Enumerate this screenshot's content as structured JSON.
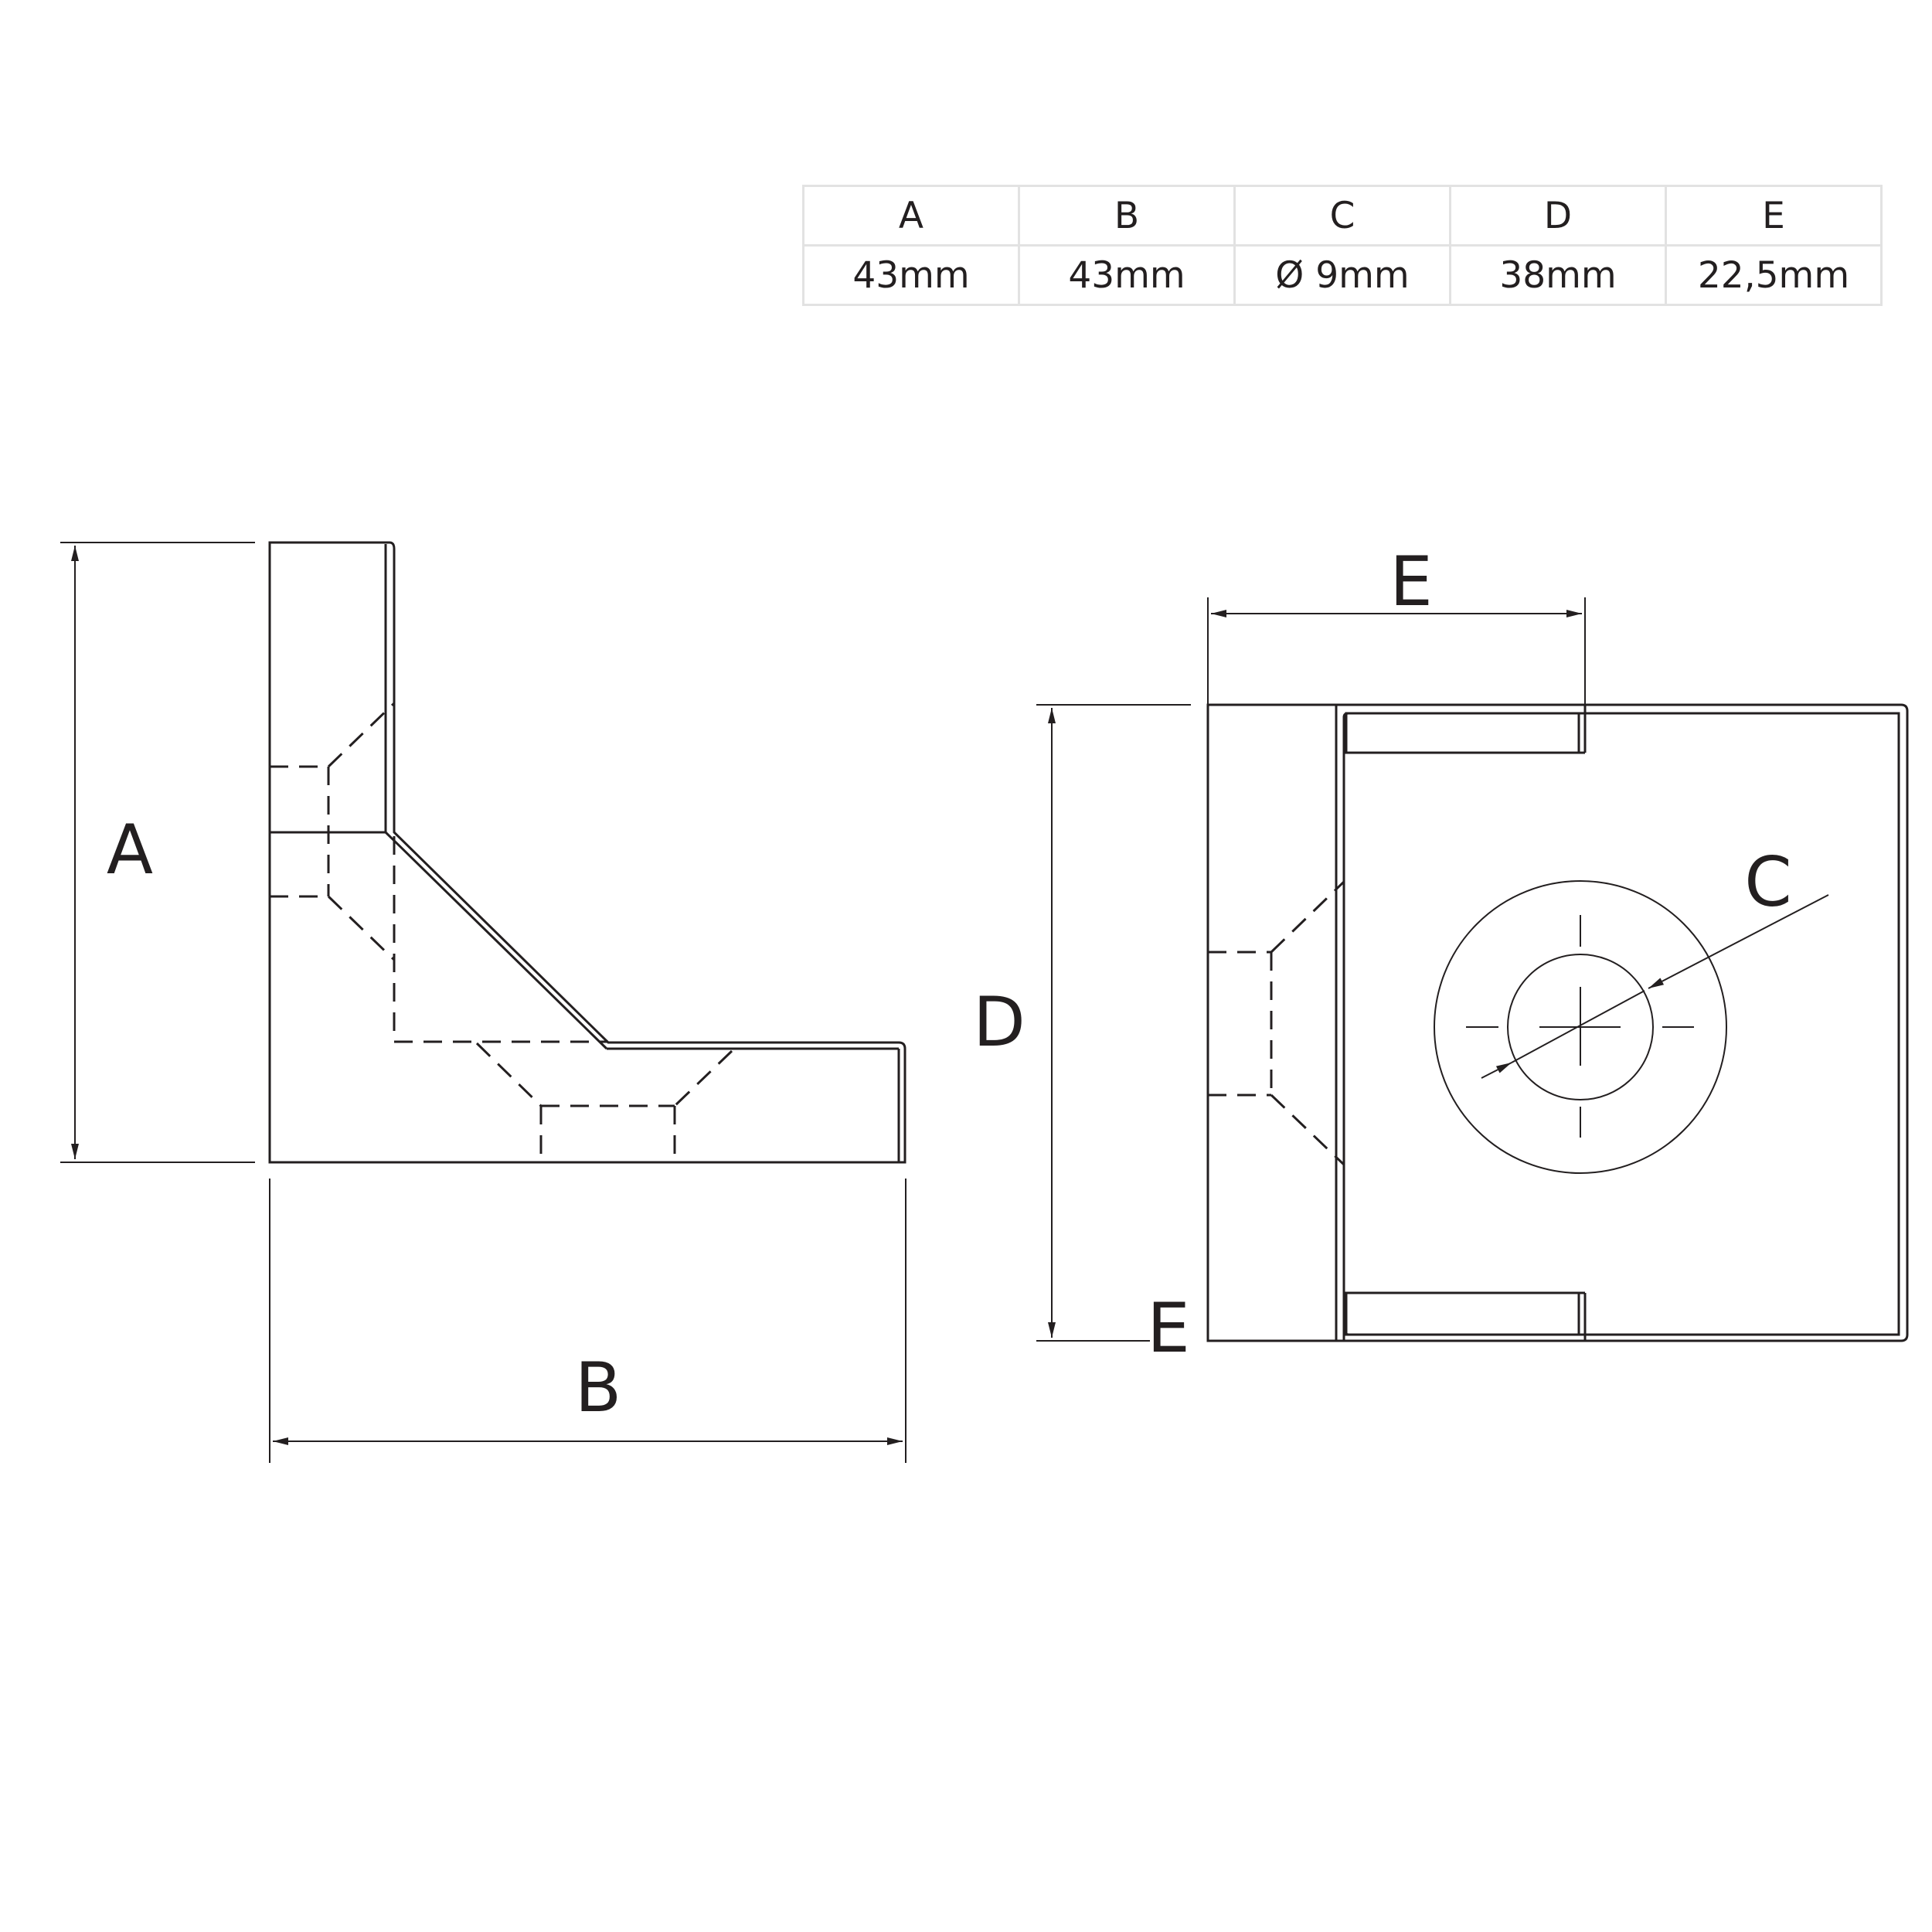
{
  "spec_table": {
    "headers": [
      "A",
      "B",
      "C",
      "D",
      "E"
    ],
    "values": [
      "43mm",
      "43mm",
      "Ø 9mm",
      "38mm",
      "22,5mm"
    ]
  },
  "side_view": {
    "dim_labels": {
      "height": "A",
      "width": "B"
    }
  },
  "top_view": {
    "dim_labels": {
      "top_width": "E",
      "height": "D",
      "hole": "C",
      "bottom_width": "E"
    }
  },
  "colors": {
    "line": "#231f20",
    "table_border": "#e2e2e2",
    "background": "#ffffff"
  }
}
